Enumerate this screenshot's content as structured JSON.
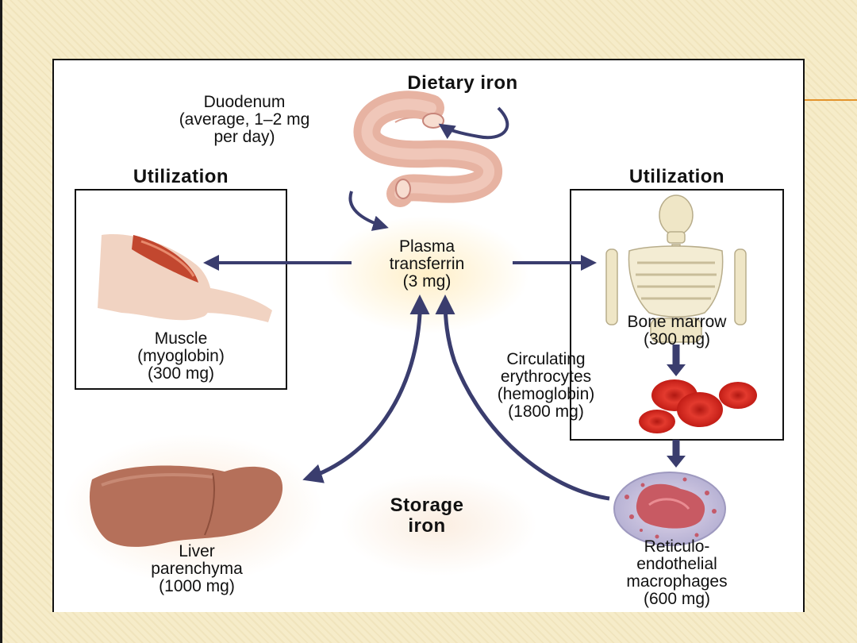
{
  "title": "Dietary iron",
  "duodenum": [
    "Duodenum",
    "(average, 1–2 mg",
    "per day)"
  ],
  "utilization_left_heading": "Utilization",
  "utilization_right_heading": "Utilization",
  "plasma": [
    "Plasma",
    "transferrin",
    "(3 mg)"
  ],
  "muscle": [
    "Muscle",
    "(myoglobin)",
    "(300 mg)"
  ],
  "bone_marrow": [
    "Bone marrow",
    "(300 mg)"
  ],
  "erythrocytes": [
    "Circulating",
    "erythrocytes",
    "(hemoglobin)",
    "(1800 mg)"
  ],
  "storage": [
    "Storage",
    "iron"
  ],
  "liver": [
    "Liver",
    "parenchyma",
    "(1000 mg)"
  ],
  "macrophages": [
    "Reticulo-",
    "endothelial",
    "macrophages",
    "(600 mg)"
  ],
  "colors": {
    "arrow": "#3a3d6e",
    "intestine": "#e7b3a2",
    "liver": "#b5705a",
    "rbc": "#d92e26",
    "bone": "#efe6c6",
    "accent": "#e3932b"
  },
  "icons": [
    "intestine-icon",
    "muscle-arm-icon",
    "skeleton-icon",
    "red-blood-cells-icon",
    "liver-icon",
    "macrophage-icon"
  ]
}
